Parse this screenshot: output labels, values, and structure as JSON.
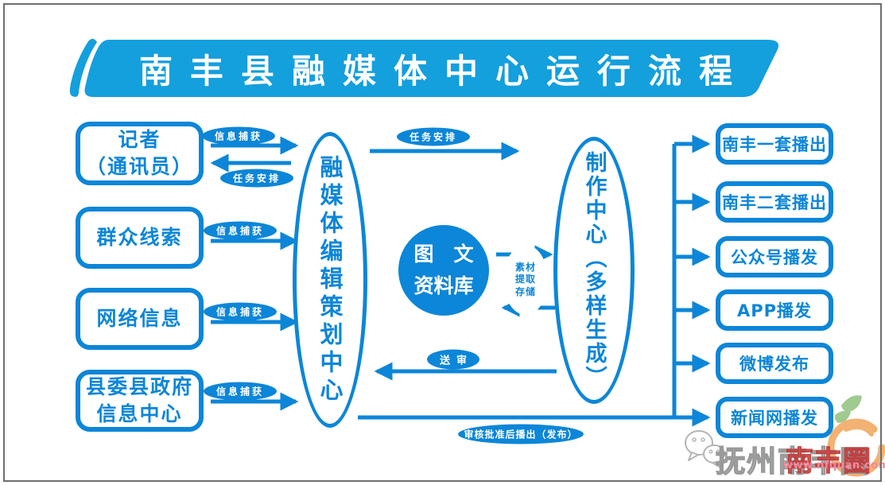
{
  "title": "南丰县融媒体中心运行流程",
  "sources": [
    {
      "line1": "记者",
      "line2": "（通讯员）"
    },
    {
      "label": "群众线索"
    },
    {
      "label": "网络信息"
    },
    {
      "line1": "县委县政府",
      "line2": "信息中心"
    }
  ],
  "hubs": {
    "edit_center": "融媒体编辑策划中心",
    "database_line1": "图　文",
    "database_line2": "资料库",
    "production_center": "制作中心（多样生成）"
  },
  "flows": {
    "info_capture": "信息捕获",
    "task_assign": "任务安排",
    "material_line1": "素材",
    "material_line2": "提取",
    "material_line3": "存储",
    "submit_review": "送审",
    "approved_publish": "审核批准后播出（发布）"
  },
  "outputs": [
    {
      "label": "南丰一套播出"
    },
    {
      "label": "南丰二套播出"
    },
    {
      "label": "公众号播发"
    },
    {
      "label": "APP播发"
    },
    {
      "label": "微博发布"
    },
    {
      "label": "新闻网播发"
    }
  ],
  "watermark": {
    "name": "抚州南丰圈",
    "brand": "南丰圈",
    "url": "www.nfquan.com"
  },
  "colors": {
    "banner_blue": "#149fdd",
    "element_blue": "#0c86d8",
    "watermark_orange": "#f1b273",
    "watermark_green": "#9fca90",
    "watermark_red": "#e05555",
    "watermark_pink": "#f08a9e"
  }
}
